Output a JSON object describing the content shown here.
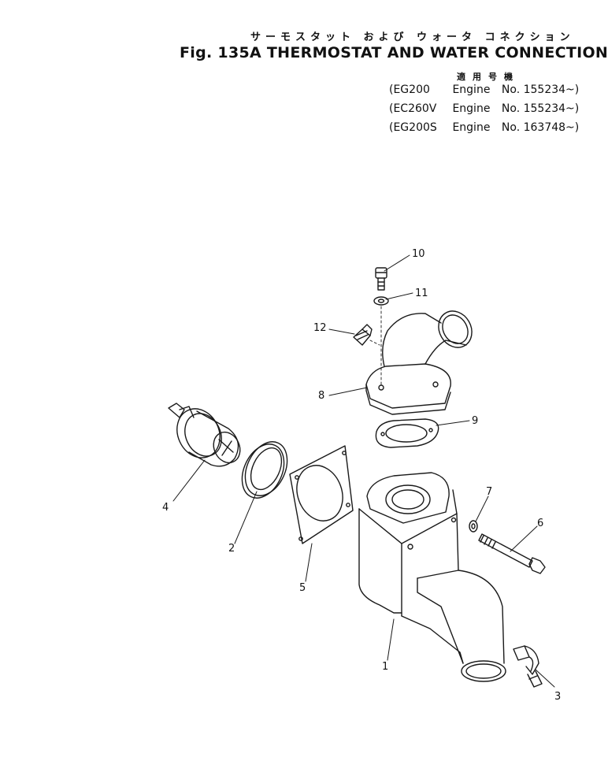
{
  "header": {
    "title_jp": "サーモスタット および ウォータ コネクション",
    "title_en": "Fig. 135A  THERMOSTAT AND WATER CONNECTION",
    "applicability_label": "適用号機"
  },
  "applicability": [
    {
      "model": "(EG200",
      "engine": "Engine",
      "number": "No. 155234~)"
    },
    {
      "model": "(EC260V",
      "engine": "Engine",
      "number": "No. 155234~)"
    },
    {
      "model": "(EG200S",
      "engine": "Engine",
      "number": "No. 163748~)"
    }
  ],
  "callouts": {
    "n1": "1",
    "n2": "2",
    "n3": "3",
    "n4": "4",
    "n5": "5",
    "n6": "6",
    "n7": "7",
    "n8": "8",
    "n9": "9",
    "n10": "10",
    "n11": "11",
    "n12": "12"
  }
}
